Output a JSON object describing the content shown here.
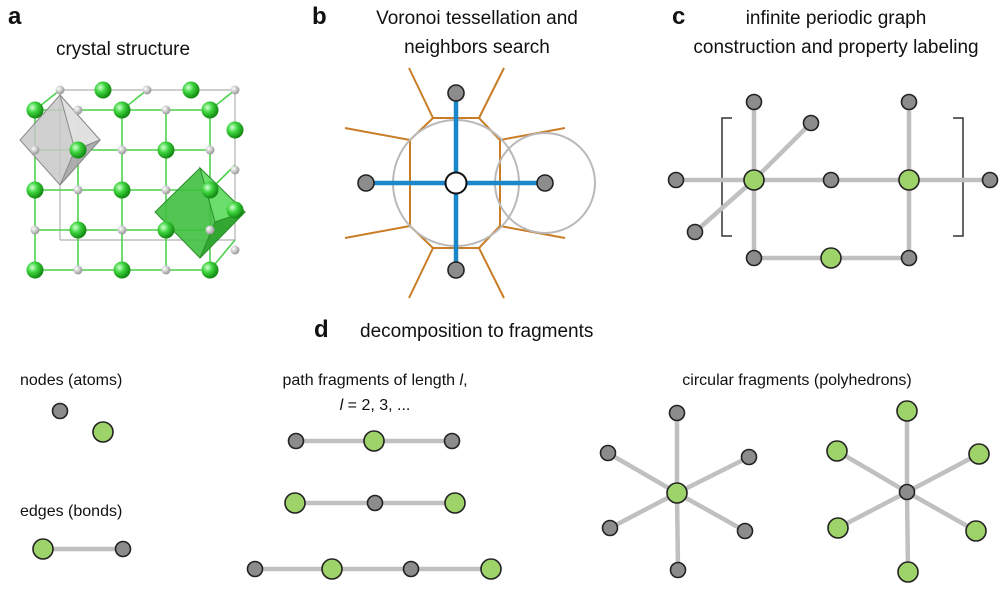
{
  "panels": {
    "a": {
      "letter": "a",
      "title": "crystal structure"
    },
    "b": {
      "letter": "b",
      "title_line1": "Voronoi tessellation and",
      "title_line2": "neighbors search"
    },
    "c": {
      "letter": "c",
      "title_line1": "infinite periodic graph",
      "title_line2": "construction and property labeling"
    },
    "d": {
      "letter": "d",
      "title": "decomposition to fragments",
      "nodes_caption": "nodes (atoms)",
      "edges_caption": "edges (bonds)",
      "path_caption_line1": "path fragments of length",
      "path_caption_l": "l",
      "path_caption_comma": ",",
      "path_caption_line2_l": "l",
      "path_caption_line2_rest": " = 2, 3, ...",
      "circular_caption": "circular fragments (polyhedrons)"
    }
  },
  "colors": {
    "green_atom": "#9ed36a",
    "gray_atom": "#8c8c8c",
    "bond": "#c0c0c0",
    "voronoi_edge": "#c97d26",
    "neighbor_bond": "#1b87c9",
    "lattice_green": "#4cd24c"
  }
}
